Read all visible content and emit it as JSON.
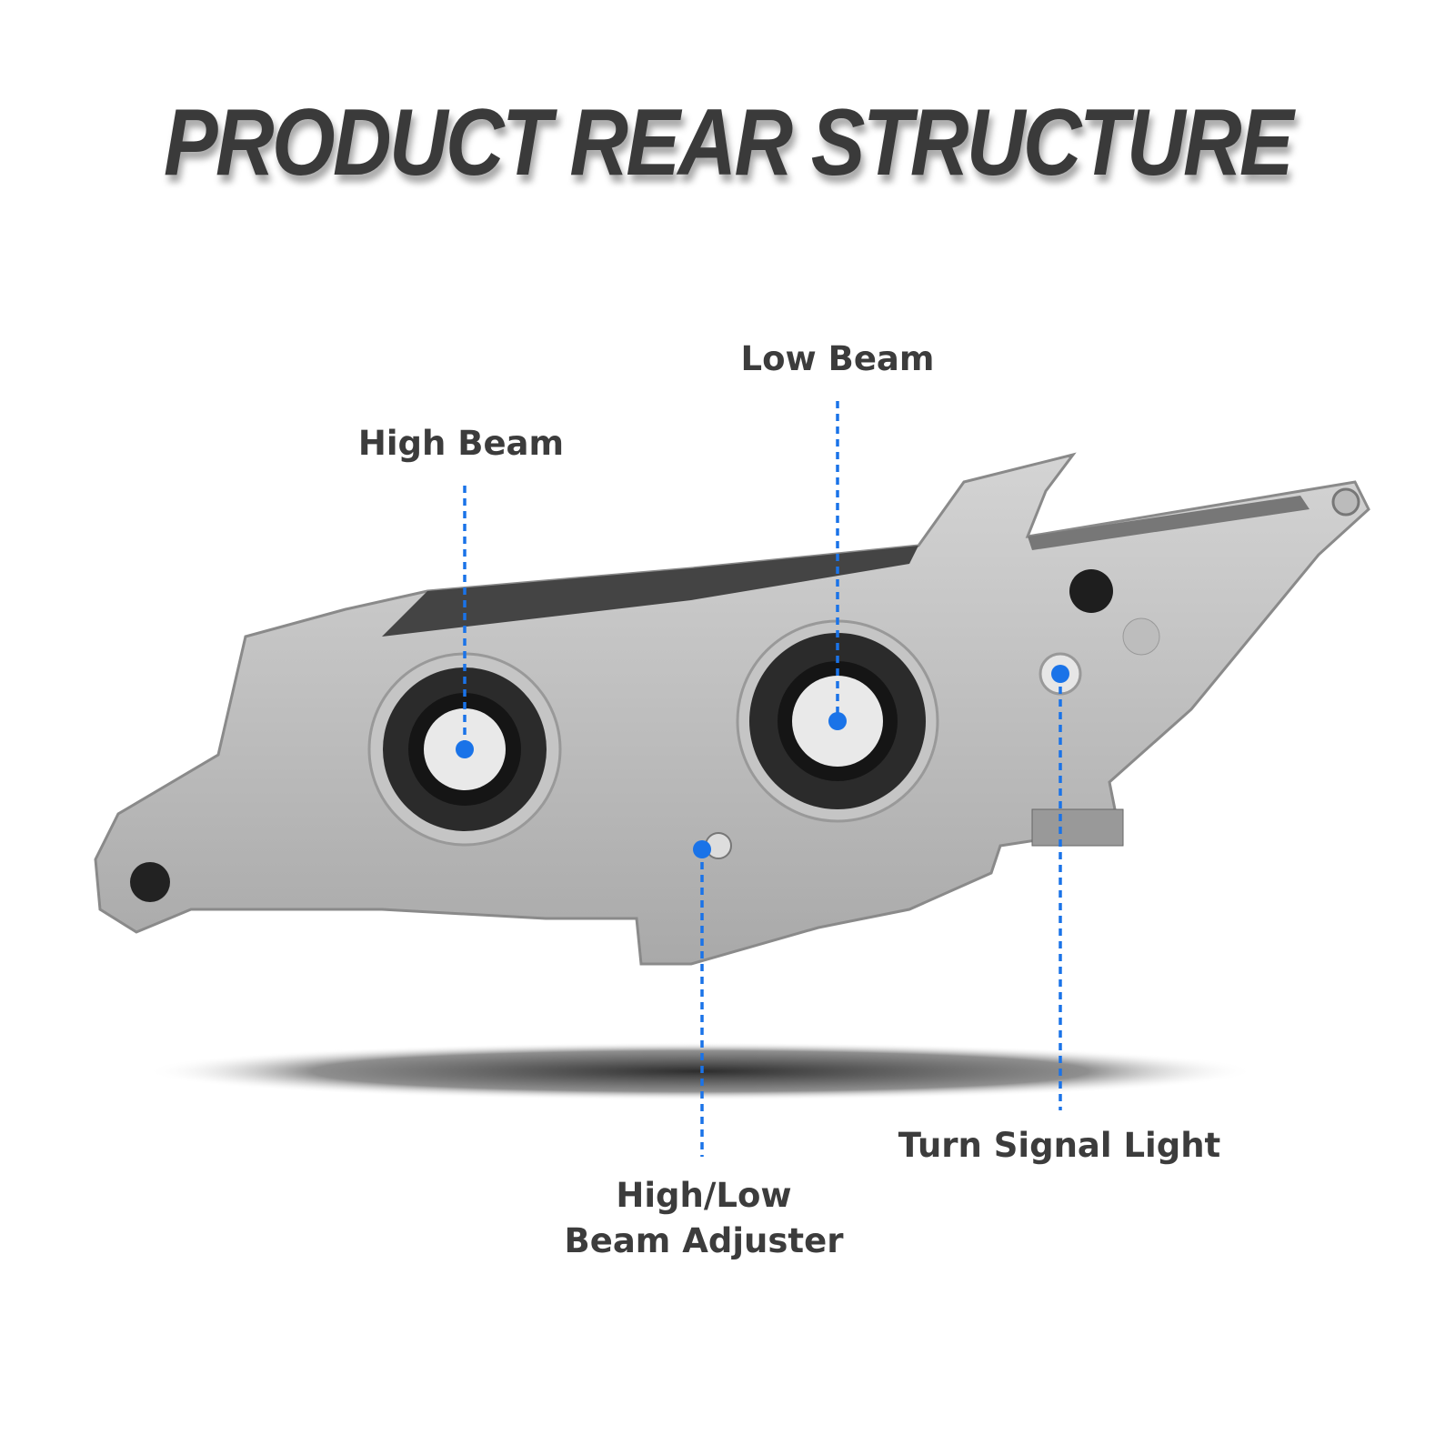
{
  "title": "PRODUCT REAR STRUCTURE",
  "accent_color": "#1a73e8",
  "callouts": {
    "low_beam": "Low Beam",
    "high_beam": "High Beam",
    "adjuster_line1": "High/Low",
    "adjuster_line2": "Beam Adjuster",
    "turn_signal": "Turn Signal Light"
  }
}
